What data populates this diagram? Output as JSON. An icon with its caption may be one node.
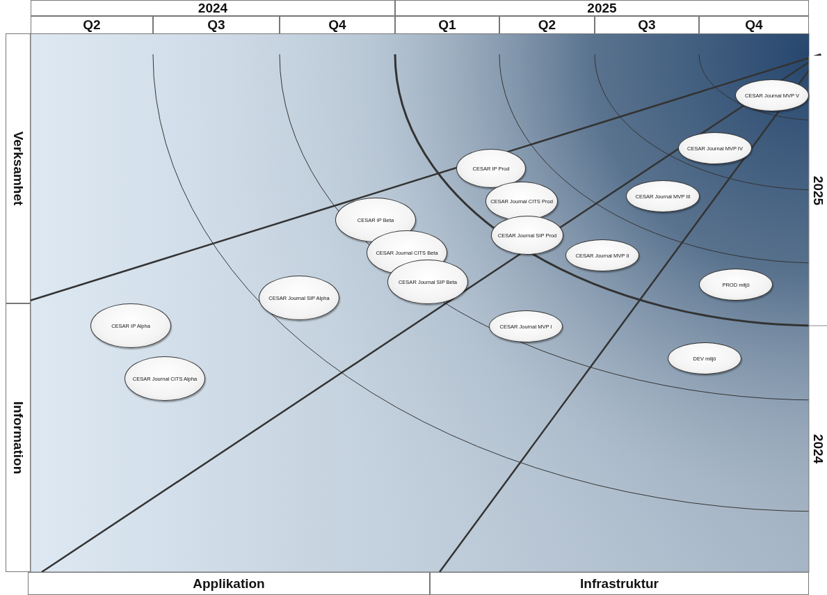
{
  "diagram": {
    "nodes": [
      {
        "text": [
          "CESAR Journal MVP V"
        ]
      },
      {
        "text": [
          "CESAR Journal MVP IV"
        ]
      },
      {
        "text": [
          "CESAR IP Prod"
        ]
      },
      {
        "text": [
          "CESAR Journal CITS Prod"
        ]
      },
      {
        "text": [
          "CESAR Journal MVP III"
        ]
      },
      {
        "text": [
          "CESAR IP Beta"
        ]
      },
      {
        "text": [
          "CESAR Journal SIP Prod"
        ]
      },
      {
        "text": [
          "CESAR Journal CITS Beta"
        ]
      },
      {
        "text": [
          "CESAR Journal MVP II"
        ]
      },
      {
        "text": [
          "CESAR Journal SIP Beta"
        ]
      },
      {
        "text": [
          "PROD miljö"
        ]
      },
      {
        "text": [
          "CESAR Journal SIP Alpha"
        ]
      },
      {
        "text": [
          "CESAR IP Alpha"
        ]
      },
      {
        "text": [
          "CESAR Journal MVP I"
        ]
      },
      {
        "text": [
          "DEV miljö"
        ]
      },
      {
        "text": [
          "CESAR Journal CITS Alpha"
        ]
      }
    ],
    "edges": [],
    "labels": [
      "2024",
      "2025",
      "Q2",
      "Q3",
      "Q4",
      "Q1",
      "Q2",
      "Q3",
      "Q4",
      "Verksamhet",
      "2025",
      "Information",
      "2024",
      "Applikation",
      "Infrastruktur"
    ]
  }
}
